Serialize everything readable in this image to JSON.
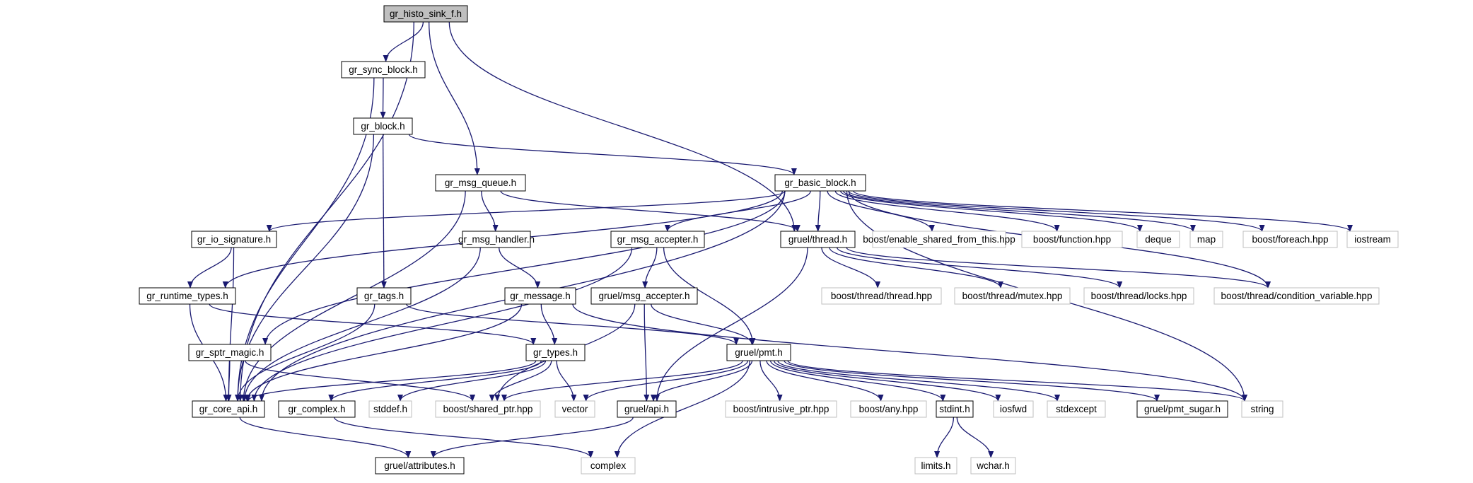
{
  "colors": {
    "edge": "#191970",
    "border_main": "#000000",
    "border_external": "#bfbfbf",
    "fill_root": "#bfbfbf",
    "fill_node": "#ffffff"
  },
  "nodes": [
    {
      "id": "histo",
      "label": "gr_histo_sink_f.h",
      "kind": "root"
    },
    {
      "id": "sync",
      "label": "gr_sync_block.h",
      "kind": "main"
    },
    {
      "id": "block",
      "label": "gr_block.h",
      "kind": "main"
    },
    {
      "id": "msgq",
      "label": "gr_msg_queue.h",
      "kind": "main"
    },
    {
      "id": "basic",
      "label": "gr_basic_block.h",
      "kind": "main"
    },
    {
      "id": "iosig",
      "label": "gr_io_signature.h",
      "kind": "main"
    },
    {
      "id": "msghandler",
      "label": "gr_msg_handler.h",
      "kind": "main"
    },
    {
      "id": "msgaccepter",
      "label": "gr_msg_accepter.h",
      "kind": "main"
    },
    {
      "id": "thread",
      "label": "gruel/thread.h",
      "kind": "main"
    },
    {
      "id": "boost_esft",
      "label": "boost/enable_shared_from_this.hpp",
      "kind": "external"
    },
    {
      "id": "boost_function",
      "label": "boost/function.hpp",
      "kind": "external"
    },
    {
      "id": "deque",
      "label": "deque",
      "kind": "external"
    },
    {
      "id": "map",
      "label": "map",
      "kind": "external"
    },
    {
      "id": "boost_foreach",
      "label": "boost/foreach.hpp",
      "kind": "external"
    },
    {
      "id": "iostream",
      "label": "iostream",
      "kind": "external"
    },
    {
      "id": "runtime",
      "label": "gr_runtime_types.h",
      "kind": "main"
    },
    {
      "id": "tags",
      "label": "gr_tags.h",
      "kind": "main"
    },
    {
      "id": "message",
      "label": "gr_message.h",
      "kind": "main"
    },
    {
      "id": "gmsgaccepter",
      "label": "gruel/msg_accepter.h",
      "kind": "main"
    },
    {
      "id": "bt_thread",
      "label": "boost/thread/thread.hpp",
      "kind": "external"
    },
    {
      "id": "bt_mutex",
      "label": "boost/thread/mutex.hpp",
      "kind": "external"
    },
    {
      "id": "bt_locks",
      "label": "boost/thread/locks.hpp",
      "kind": "external"
    },
    {
      "id": "bt_cond",
      "label": "boost/thread/condition_variable.hpp",
      "kind": "external"
    },
    {
      "id": "sptr",
      "label": "gr_sptr_magic.h",
      "kind": "main"
    },
    {
      "id": "types",
      "label": "gr_types.h",
      "kind": "main"
    },
    {
      "id": "pmt",
      "label": "gruel/pmt.h",
      "kind": "main"
    },
    {
      "id": "core",
      "label": "gr_core_api.h",
      "kind": "main"
    },
    {
      "id": "complexh",
      "label": "gr_complex.h",
      "kind": "main"
    },
    {
      "id": "stddef",
      "label": "stddef.h",
      "kind": "external"
    },
    {
      "id": "shared_ptr",
      "label": "boost/shared_ptr.hpp",
      "kind": "external"
    },
    {
      "id": "vector",
      "label": "vector",
      "kind": "external"
    },
    {
      "id": "gapi",
      "label": "gruel/api.h",
      "kind": "main"
    },
    {
      "id": "intrusive",
      "label": "boost/intrusive_ptr.hpp",
      "kind": "external"
    },
    {
      "id": "any",
      "label": "boost/any.hpp",
      "kind": "external"
    },
    {
      "id": "stdint",
      "label": "stdint.h",
      "kind": "main"
    },
    {
      "id": "iosfwd",
      "label": "iosfwd",
      "kind": "external"
    },
    {
      "id": "stdexcept",
      "label": "stdexcept",
      "kind": "external"
    },
    {
      "id": "pmt_sugar",
      "label": "gruel/pmt_sugar.h",
      "kind": "main"
    },
    {
      "id": "string",
      "label": "string",
      "kind": "external"
    },
    {
      "id": "attributes",
      "label": "gruel/attributes.h",
      "kind": "main"
    },
    {
      "id": "complex",
      "label": "complex",
      "kind": "external"
    },
    {
      "id": "limits",
      "label": "limits.h",
      "kind": "external"
    },
    {
      "id": "wchar",
      "label": "wchar.h",
      "kind": "external"
    }
  ],
  "edges": [
    {
      "from": "histo",
      "to": "sync"
    },
    {
      "from": "histo",
      "to": "msgq"
    },
    {
      "from": "histo",
      "to": "thread"
    },
    {
      "from": "histo",
      "to": "core"
    },
    {
      "from": "sync",
      "to": "block"
    },
    {
      "from": "sync",
      "to": "core"
    },
    {
      "from": "block",
      "to": "basic"
    },
    {
      "from": "block",
      "to": "tags"
    },
    {
      "from": "block",
      "to": "core"
    },
    {
      "from": "msgq",
      "to": "msghandler"
    },
    {
      "from": "msgq",
      "to": "thread"
    },
    {
      "from": "msgq",
      "to": "core"
    },
    {
      "from": "basic",
      "to": "iosig"
    },
    {
      "from": "basic",
      "to": "runtime"
    },
    {
      "from": "basic",
      "to": "msgaccepter"
    },
    {
      "from": "basic",
      "to": "thread"
    },
    {
      "from": "basic",
      "to": "boost_esft"
    },
    {
      "from": "basic",
      "to": "boost_function"
    },
    {
      "from": "basic",
      "to": "deque"
    },
    {
      "from": "basic",
      "to": "map"
    },
    {
      "from": "basic",
      "to": "boost_foreach"
    },
    {
      "from": "basic",
      "to": "iostream"
    },
    {
      "from": "basic",
      "to": "bt_cond"
    },
    {
      "from": "basic",
      "to": "sptr"
    },
    {
      "from": "basic",
      "to": "string"
    },
    {
      "from": "basic",
      "to": "core"
    },
    {
      "from": "iosig",
      "to": "runtime"
    },
    {
      "from": "iosig",
      "to": "core"
    },
    {
      "from": "msghandler",
      "to": "message"
    },
    {
      "from": "msghandler",
      "to": "core"
    },
    {
      "from": "msgaccepter",
      "to": "gmsgaccepter"
    },
    {
      "from": "msgaccepter",
      "to": "pmt"
    },
    {
      "from": "msgaccepter",
      "to": "core"
    },
    {
      "from": "thread",
      "to": "bt_thread"
    },
    {
      "from": "thread",
      "to": "bt_mutex"
    },
    {
      "from": "thread",
      "to": "bt_locks"
    },
    {
      "from": "thread",
      "to": "bt_cond"
    },
    {
      "from": "thread",
      "to": "gapi"
    },
    {
      "from": "runtime",
      "to": "types"
    },
    {
      "from": "runtime",
      "to": "core"
    },
    {
      "from": "tags",
      "to": "pmt"
    },
    {
      "from": "tags",
      "to": "core"
    },
    {
      "from": "message",
      "to": "types"
    },
    {
      "from": "message",
      "to": "string"
    },
    {
      "from": "message",
      "to": "core"
    },
    {
      "from": "gmsgaccepter",
      "to": "pmt"
    },
    {
      "from": "gmsgaccepter",
      "to": "gapi"
    },
    {
      "from": "gmsgaccepter",
      "to": "shared_ptr"
    },
    {
      "from": "sptr",
      "to": "core"
    },
    {
      "from": "sptr",
      "to": "shared_ptr"
    },
    {
      "from": "types",
      "to": "core"
    },
    {
      "from": "types",
      "to": "complexh"
    },
    {
      "from": "types",
      "to": "stddef"
    },
    {
      "from": "types",
      "to": "shared_ptr"
    },
    {
      "from": "types",
      "to": "vector"
    },
    {
      "from": "pmt",
      "to": "gapi"
    },
    {
      "from": "pmt",
      "to": "shared_ptr"
    },
    {
      "from": "pmt",
      "to": "vector"
    },
    {
      "from": "pmt",
      "to": "intrusive"
    },
    {
      "from": "pmt",
      "to": "any"
    },
    {
      "from": "pmt",
      "to": "stdint"
    },
    {
      "from": "pmt",
      "to": "iosfwd"
    },
    {
      "from": "pmt",
      "to": "stdexcept"
    },
    {
      "from": "pmt",
      "to": "pmt_sugar"
    },
    {
      "from": "pmt",
      "to": "string"
    },
    {
      "from": "pmt",
      "to": "complex"
    },
    {
      "from": "core",
      "to": "attributes"
    },
    {
      "from": "complexh",
      "to": "complex"
    },
    {
      "from": "gapi",
      "to": "attributes"
    },
    {
      "from": "stdint",
      "to": "limits"
    },
    {
      "from": "stdint",
      "to": "wchar"
    }
  ]
}
